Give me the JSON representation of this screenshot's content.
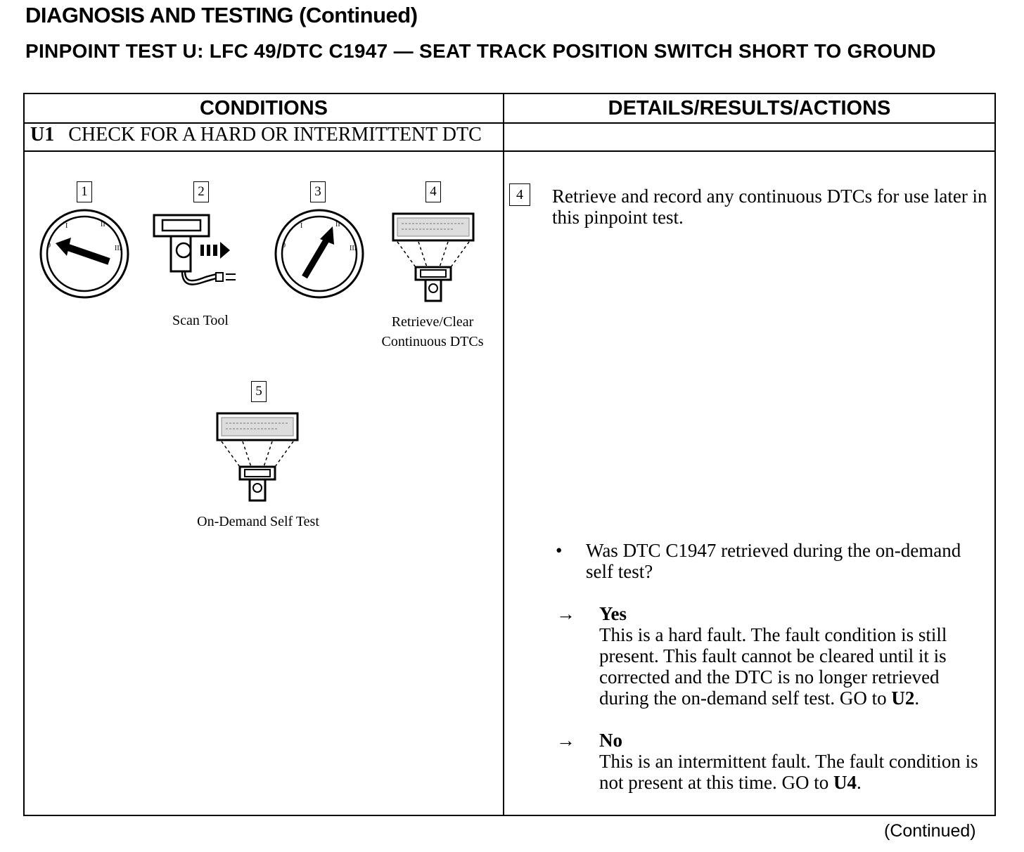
{
  "header": {
    "title": "DIAGNOSIS AND TESTING (Continued)",
    "subtitle": "PINPOINT TEST U: LFC 49/DTC C1947 — SEAT TRACK POSITION SWITCH SHORT TO GROUND"
  },
  "table": {
    "col_conditions": "CONDITIONS",
    "col_details": "DETAILS/RESULTS/ACTIONS",
    "step_id": "U1",
    "step_title": "CHECK FOR A HARD OR INTERMITTENT DTC",
    "illustrations": [
      {
        "number": "1",
        "icon": "ignition-off-icon",
        "caption": ""
      },
      {
        "number": "2",
        "icon": "scan-tool-connect-icon",
        "caption": "Scan Tool"
      },
      {
        "number": "3",
        "icon": "ignition-run-icon",
        "caption": ""
      },
      {
        "number": "4",
        "icon": "scan-tool-display-icon",
        "caption_line1": "Retrieve/Clear",
        "caption_line2": "Continuous DTCs"
      },
      {
        "number": "5",
        "icon": "scan-tool-display-icon",
        "caption": "On-Demand Self Test"
      }
    ],
    "details": {
      "step_number": "4",
      "instruction": "Retrieve and record any continuous DTCs for use later in this pinpoint test.",
      "bullet": "•",
      "question": "Was DTC C1947 retrieved during the on-demand self test?",
      "arrow": "→",
      "yes_label": "Yes",
      "yes_text": "This is a hard fault. The fault condition is still present. This fault cannot be cleared until it is corrected and the DTC is no longer retrieved during the on-demand self test. GO to",
      "yes_goto": "U2",
      "no_label": "No",
      "no_text": "This is an intermittent fault. The fault condition is not present at this time. GO to",
      "no_goto": "U4"
    }
  },
  "footer": {
    "continued": "(Continued)"
  }
}
